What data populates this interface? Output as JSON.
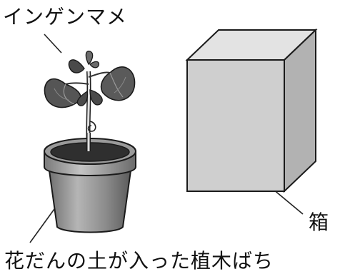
{
  "labels": {
    "plant": "インゲンマメ",
    "box": "箱",
    "pot": "花だんの土が入った植木ばち"
  },
  "colors": {
    "leaf_dark": "#3a3a3a",
    "leaf_mid": "#6b6b6b",
    "leaf_light": "#9a9a9a",
    "stem": "#d8d8d8",
    "pot_body": "#8f8f8f",
    "pot_rim": "#a8a8a8",
    "soil": "#3c3c3c",
    "box_front": "#cfcfcf",
    "box_top": "#e2e2e2",
    "box_side": "#b3b3b3",
    "line": "#222222"
  },
  "icons": [
    "bean-plant-icon",
    "flower-pot-icon",
    "box-icon"
  ]
}
